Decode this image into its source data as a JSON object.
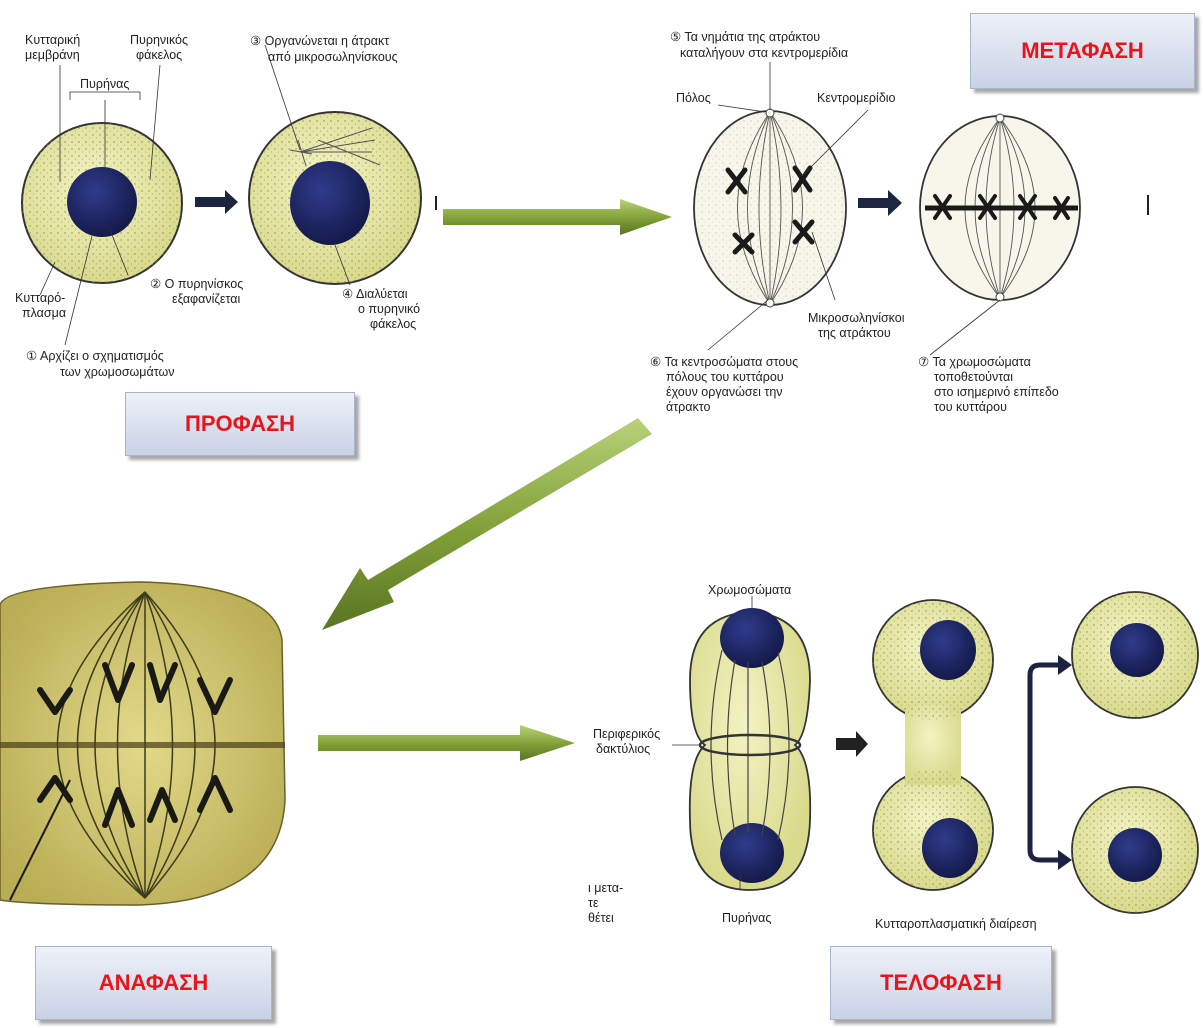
{
  "colors": {
    "phase_title": "#e8141b",
    "cytoplasm": "#e6e6a2",
    "nucleus": "#1f2a6b",
    "arrow_green": "#7a9b33"
  },
  "prophase": {
    "title": "ΠΡΟΦΑΣΗ",
    "labels": {
      "membrane_1": "Κυτταρική",
      "membrane_2": "μεμβράνη",
      "envelope_1": "Πυρηνικός",
      "envelope_2": "φάκελος",
      "nucleus": "Πυρήνας",
      "cytoplasm_1": "Κυτταρό-",
      "cytoplasm_2": "πλασμα",
      "step2_1": "② Ο πυρηνίσκος",
      "step2_2": "εξαφανίζεται",
      "step1_1": "① Αρχίζει ο σχηματισμός",
      "step1_2": "των χρωμοσωμάτων",
      "step3_1": "③ Οργανώνεται η άτρακτ",
      "step3_2": "από μικροσωληνίσκους",
      "step4_1": "④ Διαλύεται",
      "step4_2": "ο πυρηνικό",
      "step4_3": "φάκελος"
    }
  },
  "metaphase": {
    "title": "ΜΕΤΑΦΑΣΗ",
    "labels": {
      "step5_1": "⑤ Τα νημάτια της ατράκτου",
      "step5_2": "καταλήγουν στα κεντρομερίδια",
      "pole": "Πόλος",
      "centromere": "Κεντρομερίδιο",
      "microtubules_1": "Μικροσωληνίσκοι",
      "microtubules_2": "της ατράκτου",
      "step6_1": "⑥ Τα κεντροσώματα στους",
      "step6_2": "πόλους του κυττάρου",
      "step6_3": "έχουν οργανώσει την",
      "step6_4": "άτρακτο",
      "step7_1": "⑦ Τα χρωμοσώματα",
      "step7_2": "τοποθετούνται",
      "step7_3": "στο ισημερινό επίπεδο",
      "step7_4": "του κυττάρου"
    }
  },
  "anaphase": {
    "title": "ΑΝΑΦΑΣΗ",
    "fragment_1": "ι μετα-",
    "fragment_2": "τε",
    "fragment_3": "θέτει"
  },
  "telophase": {
    "title": "ΤΕΛΟΦΑΣΗ",
    "labels": {
      "chromosomes": "Χρωμοσώματα",
      "ring_1": "Περιφερικός",
      "ring_2": "δακτύλιος",
      "nucleus": "Πυρήνας",
      "division": "Κυτταροπλασματική διαίρεση"
    }
  }
}
